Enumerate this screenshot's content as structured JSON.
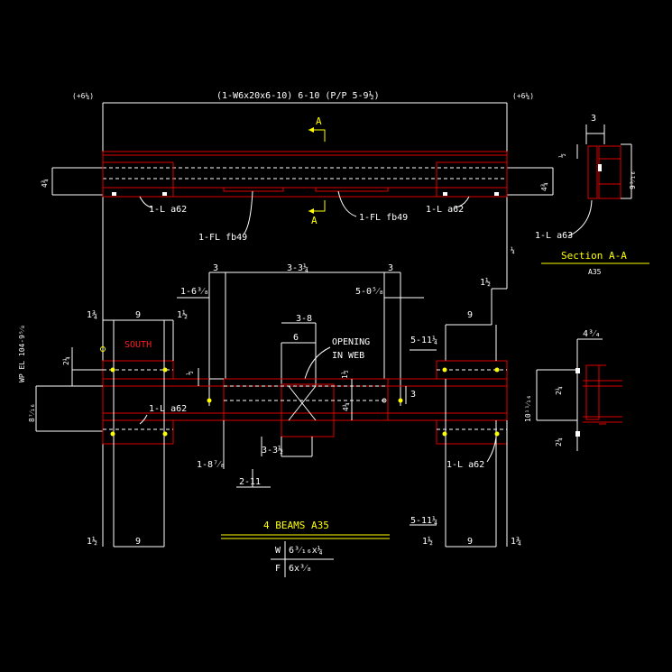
{
  "header": {
    "left_elev": "(+6¼)",
    "right_elev": "(+6¼)",
    "beam_desc": "(1-W6x20x6-10)  6-10  (P/P 5-9½)"
  },
  "section_marks": {
    "top": "A",
    "bottom": "A"
  },
  "top_beam": {
    "left_dim": "4¾",
    "right_dim": "4¾",
    "left_angle": "1-L a62",
    "right_angle": "1-L a62",
    "flange_left": "1-FL fb49",
    "flange_right": "1-FL fb49"
  },
  "section_aa": {
    "dim_top": "3",
    "dim_half": "½",
    "dim_side": "9³⁄₁₆",
    "angle": "1-L a63",
    "title": "Section A-A",
    "ref": "A35"
  },
  "middle": {
    "dim_3_left": "3",
    "dim_3_mid": "3-3¼",
    "dim_3_right": "3",
    "dim_1_63": "1-6³⁄₈",
    "dim_5_05": "5-0⁵⁄₈",
    "dim_3_8": "3-8",
    "dim_6": "6",
    "opening": "OPENING",
    "in_web": "IN WEB",
    "dim_half": "½",
    "dim_1half": "1½",
    "dim_3_small": "3",
    "dim_4_quarter": "4¼",
    "dim_3_3half": "3-3½",
    "dim_1_87": "1-8⁷⁄₈",
    "dim_2_11": "2-11",
    "dim_quarter": "¼",
    "left_angle": "1-L a62",
    "right_angle": "1-L a62"
  },
  "left_col": {
    "dim_134": "1¾",
    "dim_9": "9",
    "dim_112": "1½",
    "south": "SOUTH",
    "dim_214": "2¼",
    "wp_el": "WP EL 104-9⁵⁄₈",
    "dim_8716": "8⁷⁄₁₆",
    "bot_112": "1½",
    "bot_9": "9"
  },
  "right_col": {
    "dim_112": "1½",
    "dim_9": "9",
    "dim_5_11": "5-11¼",
    "dim_3": "3",
    "dim_5_11_bot": "5-11¼",
    "bot_112": "1½",
    "bot_9": "9",
    "bot_134": "1¾"
  },
  "side_detail": {
    "dim_434": "4³⁄₄",
    "dim_214a": "2¼",
    "dim_101116": "10¹¹⁄₁₆",
    "dim_214b": "2¼"
  },
  "title_block": {
    "title": "4 BEAMS A35",
    "w_label": "W",
    "w_value": "6³⁄₁₆x¼",
    "f_label": "F",
    "f_value": "6x³⁄₈"
  }
}
